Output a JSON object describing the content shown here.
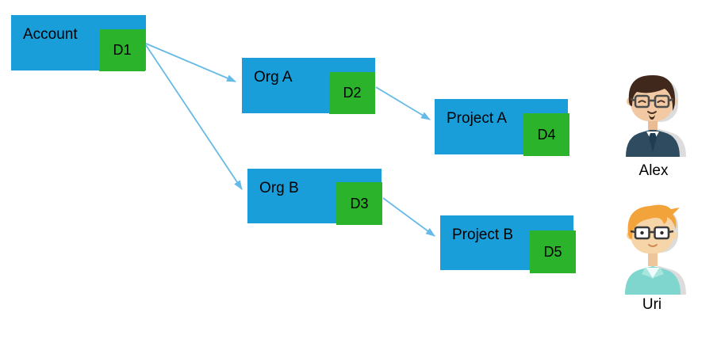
{
  "diagram": {
    "nodes": [
      {
        "id": "account",
        "label": "Account",
        "badge": "D1"
      },
      {
        "id": "org-a",
        "label": "Org A",
        "badge": "D2"
      },
      {
        "id": "org-b",
        "label": "Org B",
        "badge": "D3"
      },
      {
        "id": "project-a",
        "label": "Project A",
        "badge": "D4"
      },
      {
        "id": "project-b",
        "label": "Project B",
        "badge": "D5"
      }
    ],
    "edges": [
      {
        "from": "Account (D1)",
        "to": "Org A"
      },
      {
        "from": "Account (D1)",
        "to": "Org B"
      },
      {
        "from": "Org A (D2)",
        "to": "Project A"
      },
      {
        "from": "Org B (D3)",
        "to": "Project B"
      }
    ],
    "colors": {
      "node_fill": "#199EDA",
      "badge_fill": "#2BB32B",
      "arrow": "#66BAE8",
      "text": "#000000"
    }
  },
  "users": [
    {
      "name": "Alex",
      "avatar": "man-dark-hair-glasses-navy-sweater"
    },
    {
      "name": "Uri",
      "avatar": "man-orange-hair-glasses-teal-shirt"
    }
  ]
}
